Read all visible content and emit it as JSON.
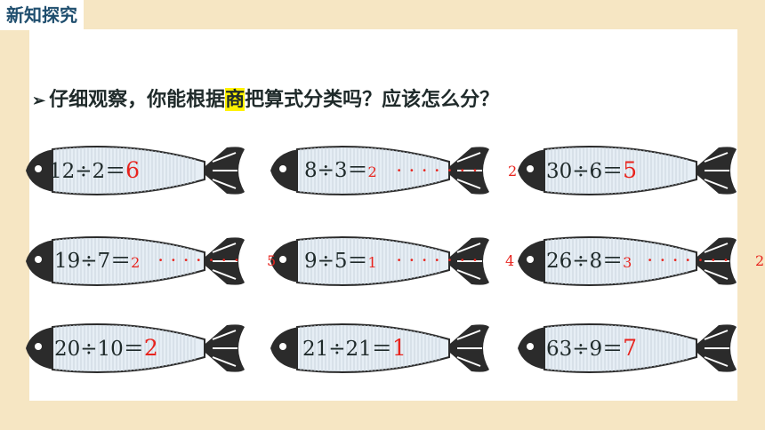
{
  "header": {
    "tag": "新知探究"
  },
  "prompt": {
    "arrow": "➢",
    "before": "仔细观察，你能根据",
    "highlight": "商",
    "after": "把算式分类吗？应该怎么分？"
  },
  "fish": [
    {
      "expr": "12÷2＝",
      "answer": "6"
    },
    {
      "expr": "8÷3＝",
      "answer": "2",
      "dots": "·······",
      "remainder": "2"
    },
    {
      "expr": "30÷6＝",
      "answer": "5"
    },
    {
      "expr": "19÷7＝",
      "answer": "2",
      "dots": "·······",
      "remainder": "5"
    },
    {
      "expr": "9÷5＝",
      "answer": "1",
      "dots": "·······",
      "remainder": "4"
    },
    {
      "expr": "26÷8＝",
      "answer": "3",
      "dots": "·······",
      "remainder": "2"
    },
    {
      "expr": "20÷10＝",
      "answer": "2"
    },
    {
      "expr": "21÷21＝",
      "answer": "1"
    },
    {
      "expr": "63÷9＝",
      "answer": "7"
    }
  ],
  "colors": {
    "fish_body": "#e6eef5",
    "fish_dark": "#2b2b2b",
    "answer_red": "#e8231d"
  }
}
